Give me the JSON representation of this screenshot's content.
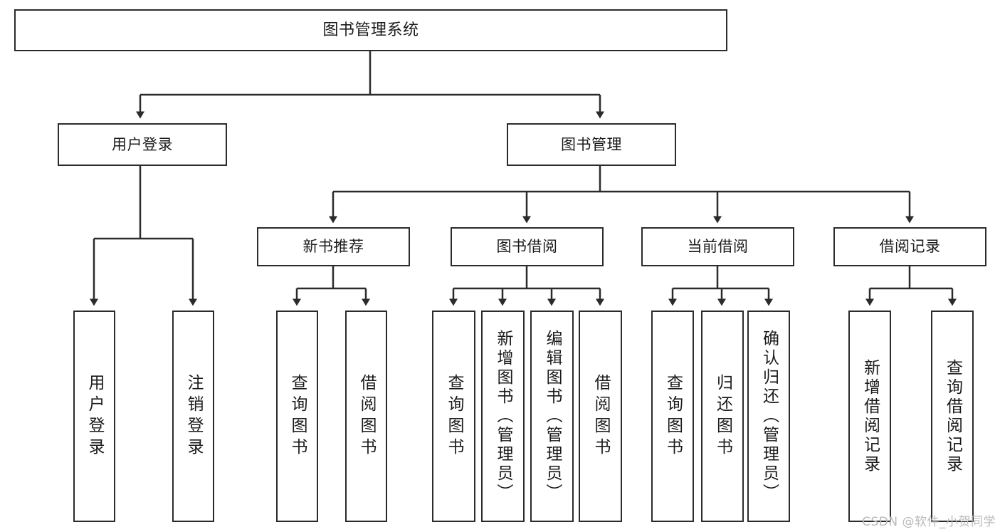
{
  "diagram": {
    "title": "图书管理系统",
    "type": "tree",
    "levels": [
      {
        "level": 1,
        "nodes": [
          {
            "id": "root",
            "label": "图书管理系统",
            "orientation": "horizontal"
          }
        ]
      },
      {
        "level": 2,
        "nodes": [
          {
            "id": "user-login",
            "label": "用户登录",
            "orientation": "horizontal"
          },
          {
            "id": "book-manage",
            "label": "图书管理",
            "orientation": "horizontal"
          }
        ]
      },
      {
        "level": 3,
        "nodes": [
          {
            "id": "new-book-recommend",
            "label": "新书推荐",
            "orientation": "horizontal"
          },
          {
            "id": "book-borrow",
            "label": "图书借阅",
            "orientation": "horizontal"
          },
          {
            "id": "current-borrow",
            "label": "当前借阅",
            "orientation": "horizontal"
          },
          {
            "id": "borrow-record",
            "label": "借阅记录",
            "orientation": "horizontal"
          }
        ]
      },
      {
        "level": 4,
        "nodes": [
          {
            "id": "leaf-user-login",
            "label": "用户登录",
            "orientation": "vertical",
            "parent": "user-login"
          },
          {
            "id": "leaf-logout",
            "label": "注销登录",
            "orientation": "vertical",
            "parent": "user-login"
          },
          {
            "id": "leaf-query-book-1",
            "label": "查询图书",
            "orientation": "vertical",
            "parent": "new-book-recommend"
          },
          {
            "id": "leaf-borrow-book-1",
            "label": "借阅图书",
            "orientation": "vertical",
            "parent": "new-book-recommend"
          },
          {
            "id": "leaf-query-book-2",
            "label": "查询图书",
            "orientation": "vertical",
            "parent": "book-borrow"
          },
          {
            "id": "leaf-add-book",
            "label": "新增图书（管理员）",
            "orientation": "vertical",
            "parent": "book-borrow"
          },
          {
            "id": "leaf-edit-book",
            "label": "编辑图书（管理员）",
            "orientation": "vertical",
            "parent": "book-borrow"
          },
          {
            "id": "leaf-borrow-book-2",
            "label": "借阅图书",
            "orientation": "vertical",
            "parent": "book-borrow"
          },
          {
            "id": "leaf-query-book-3",
            "label": "查询图书",
            "orientation": "vertical",
            "parent": "current-borrow"
          },
          {
            "id": "leaf-return-book",
            "label": "归还图书",
            "orientation": "vertical",
            "parent": "current-borrow"
          },
          {
            "id": "leaf-confirm-return",
            "label": "确认归还（管理员）",
            "orientation": "vertical",
            "parent": "current-borrow"
          },
          {
            "id": "leaf-add-record",
            "label": "新增借阅记录",
            "orientation": "vertical",
            "parent": "borrow-record"
          },
          {
            "id": "leaf-query-record",
            "label": "查询借阅记录",
            "orientation": "vertical",
            "parent": "borrow-record"
          }
        ]
      }
    ]
  },
  "colors": {
    "stroke": "#2b2b2b",
    "background": "#ffffff",
    "text": "#1b1b1b",
    "watermark": "#b9b9b9"
  },
  "watermark": {
    "text": "CSDN @软件_小贺同学"
  }
}
